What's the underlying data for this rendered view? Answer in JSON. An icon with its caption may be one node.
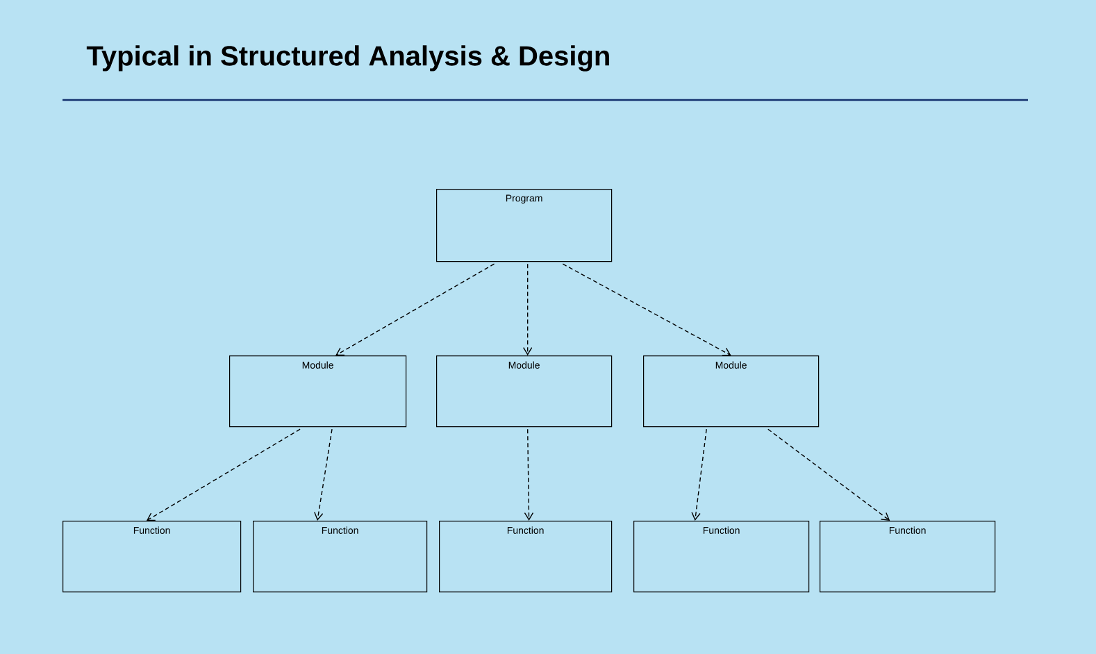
{
  "diagram": {
    "title": "Typical in Structured Analysis & Design",
    "nodes": [
      {
        "text": [
          "Program"
        ]
      },
      {
        "text": [
          "Module"
        ]
      },
      {
        "text": [
          "Module"
        ]
      },
      {
        "text": [
          "Module"
        ]
      },
      {
        "text": [
          "Function"
        ]
      },
      {
        "text": [
          "Function"
        ]
      },
      {
        "text": [
          "Function"
        ]
      },
      {
        "text": [
          "Function"
        ]
      },
      {
        "text": [
          "Function"
        ]
      }
    ],
    "edges": [
      {
        "from": 0,
        "to": 1,
        "arrow": "to",
        "style": "dashed"
      },
      {
        "from": 0,
        "to": 2,
        "arrow": "to",
        "style": "dashed"
      },
      {
        "from": 0,
        "to": 3,
        "arrow": "to",
        "style": "dashed"
      },
      {
        "from": 1,
        "to": 4,
        "arrow": "to",
        "style": "dashed"
      },
      {
        "from": 1,
        "to": 5,
        "arrow": "to",
        "style": "dashed"
      },
      {
        "from": 2,
        "to": 6,
        "arrow": "to",
        "style": "dashed"
      },
      {
        "from": 3,
        "to": 7,
        "arrow": "to",
        "style": "dashed"
      },
      {
        "from": 3,
        "to": 8,
        "arrow": "to",
        "style": "dashed"
      }
    ]
  }
}
